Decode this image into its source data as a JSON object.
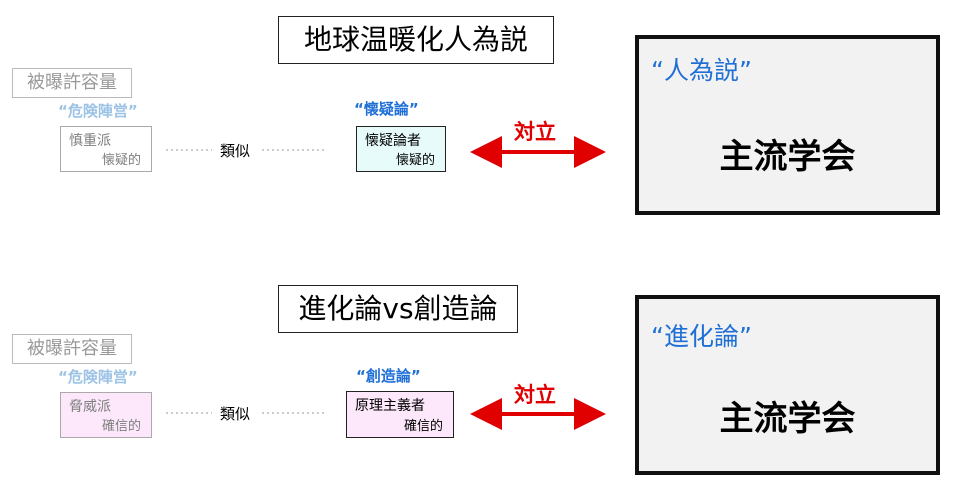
{
  "colors": {
    "accent_blue": "#1f6fd6",
    "faded_blue": "#9cc3e6",
    "opposition_red": "#e00000",
    "faded_border": "#aaaaaa",
    "pink_fill": "#fce8fa",
    "cyan_fill": "#e8fbfb",
    "main_fill": "#f2f2f2"
  },
  "sections": [
    {
      "title": "地球温暖化人為説",
      "tolerance_label": "被曝許容量",
      "left_camp": "“危険陣営”",
      "left_node": {
        "line1": "慎重派",
        "line2": "懐疑的"
      },
      "similar_label": "類似",
      "right_camp": "“懐疑論”",
      "right_node": {
        "line1": "懐疑論者",
        "line2": "懐疑的"
      },
      "opposition_label": "対立",
      "mainstream": {
        "quote": "“人為説”",
        "name": "主流学会"
      }
    },
    {
      "title": "進化論vs創造論",
      "tolerance_label": "被曝許容量",
      "left_camp": "“危険陣営”",
      "left_node": {
        "line1": "脅威派",
        "line2": "確信的"
      },
      "similar_label": "類似",
      "right_camp": "“創造論”",
      "right_node": {
        "line1": "原理主義者",
        "line2": "確信的"
      },
      "opposition_label": "対立",
      "mainstream": {
        "quote": "“進化論”",
        "name": "主流学会"
      }
    }
  ]
}
